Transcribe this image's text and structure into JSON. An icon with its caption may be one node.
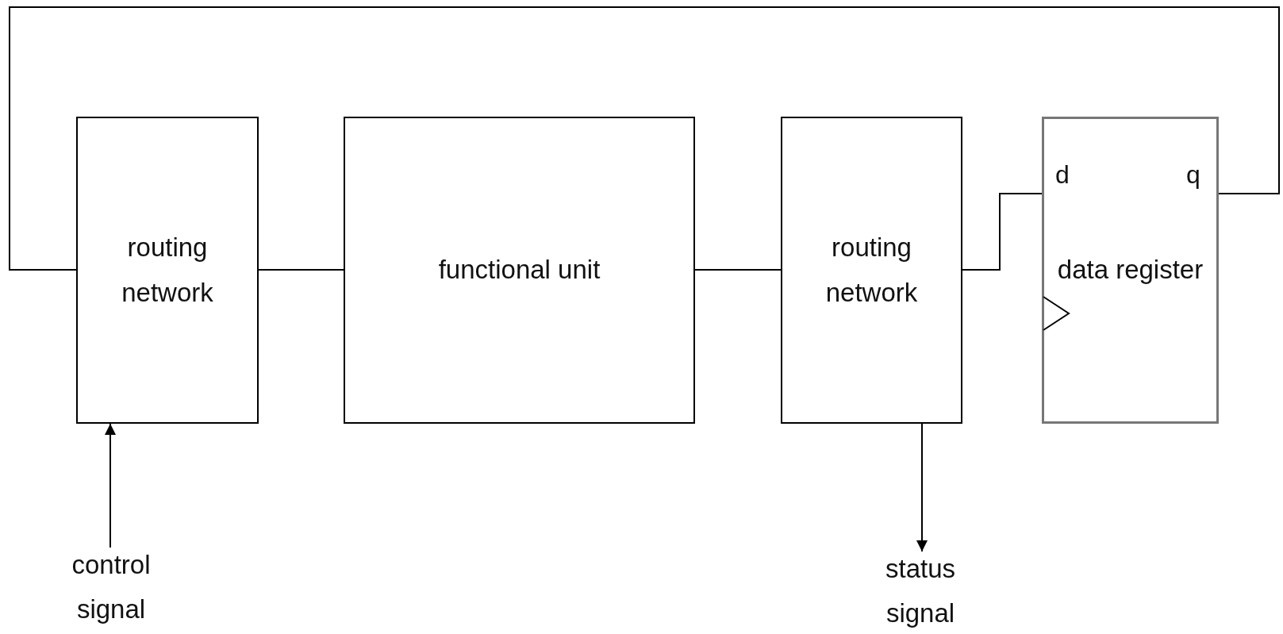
{
  "diagram": {
    "nodes": [
      {
        "text": [
          "routing network"
        ]
      },
      {
        "text": [
          "functional unit"
        ]
      },
      {
        "text": [
          "routing network"
        ]
      },
      {
        "text": [
          "data register"
        ]
      },
      {
        "text": [
          "control signal"
        ]
      },
      {
        "text": [
          "status signal"
        ]
      }
    ],
    "edges": [
      {
        "from": 4,
        "to": 0,
        "arrow": "to"
      },
      {
        "from": 0,
        "to": 1,
        "arrow": "none"
      },
      {
        "from": 1,
        "to": 2,
        "arrow": "none"
      },
      {
        "from": 2,
        "to": 3,
        "arrow": "none"
      },
      {
        "from": 3,
        "to": 0,
        "arrow": "none"
      },
      {
        "from": 2,
        "to": 5,
        "arrow": "to"
      }
    ],
    "labels": [
      "d",
      "q"
    ]
  }
}
